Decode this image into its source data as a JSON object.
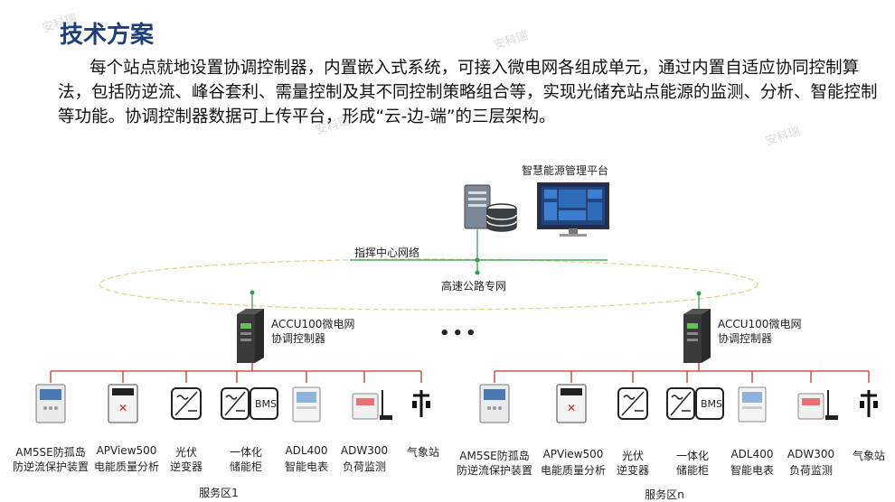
{
  "header": {
    "title": "技术方案",
    "paragraph": "每个站点就地设置协调控制器，内置嵌入式系统，可接入微电网各组成单元，通过内置自适应协同控制算法，包括防逆流、峰谷套利、需量控制及其不同控制策略组合等，实现光储充站点能源的监测、分析、智能控制等功能。协调控制器数据可上传平台，形成“云-边-端”的三层架构。"
  },
  "watermark": "安科瑞",
  "diagram": {
    "platform_label": "智慧能源管理平台",
    "network_label": "指挥中心网络",
    "highway_label": "高速公路专网",
    "ellipsis": "•••",
    "controller_label_1": "ACCU100微电网",
    "controller_label_2": "协调控制器",
    "zone1_label": "服务区1",
    "zonen_label": "服务区n",
    "bms_text": "BMS",
    "devices": [
      {
        "l1": "AM5SE防孤岛",
        "l2": "防逆流保护装置"
      },
      {
        "l1": "APView500",
        "l2": "电能质量分析"
      },
      {
        "l1": "光伏",
        "l2": "逆变器"
      },
      {
        "l1": "一体化",
        "l2": "储能柜"
      },
      {
        "l1": "ADL400",
        "l2": "智能电表"
      },
      {
        "l1": "ADW300",
        "l2": "负荷监测"
      },
      {
        "l1": "气象站",
        "l2": ""
      }
    ],
    "colors": {
      "bus": "#c0392b",
      "network": "#2e9e4b",
      "ellipse": "#e3cf8a",
      "title": "#1f3f7a"
    }
  }
}
